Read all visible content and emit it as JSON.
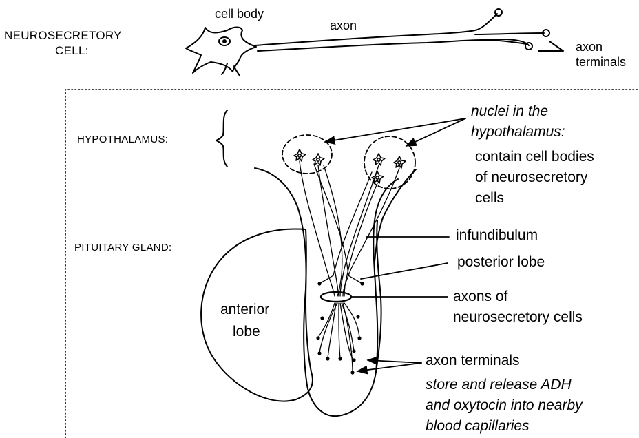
{
  "neuron": {
    "section_label_line1": "NEUROSECRETORY",
    "section_label_line2": "CELL:",
    "cell_body": "cell body",
    "axon": "axon",
    "axon_terminals_line1": "axon",
    "axon_terminals_line2": "terminals"
  },
  "regions": {
    "hypothalamus": "HYPOTHALAMUS:",
    "pituitary": "PITUITARY GLAND:"
  },
  "annotations": {
    "nuclei_line1": "nuclei in the",
    "nuclei_line2": "hypothalamus:",
    "contain_line1": "contain cell bodies",
    "contain_line2": "of neurosecretory",
    "contain_line3": "cells",
    "infundibulum": "infundibulum",
    "posterior_lobe": "posterior lobe",
    "axons_line1": "axons of",
    "axons_line2": "neurosecretory cells",
    "anterior_line1": "anterior",
    "anterior_line2": "lobe",
    "terminals_title": "axon terminals",
    "terminals_line1": "store and release ADH",
    "terminals_line2": "and oxytocin into nearby",
    "terminals_line3": "blood capillaries"
  }
}
